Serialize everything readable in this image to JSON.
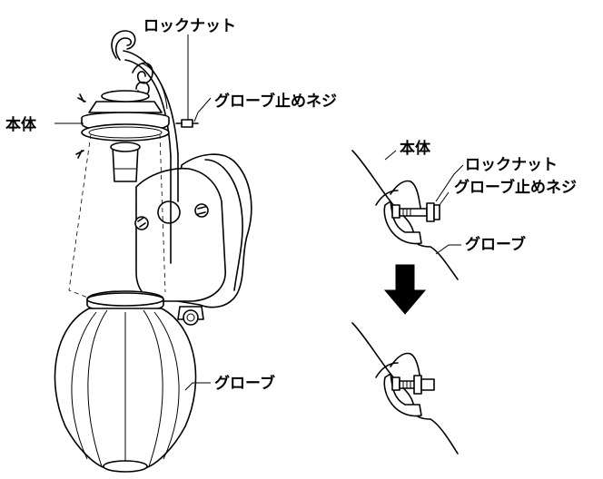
{
  "labels": {
    "main_lock_nut": "ロックナット",
    "main_screw": "グローブ止めネジ",
    "main_body": "本体",
    "main_globe": "グローブ",
    "detail_body": "本体",
    "detail_lock_nut": "ロックナット",
    "detail_screw": "グローブ止めネジ",
    "detail_globe": "グローブ"
  },
  "arrow_icon": "arrow-down-icon",
  "colors": {
    "ink": "#000000",
    "background": "#ffffff"
  }
}
